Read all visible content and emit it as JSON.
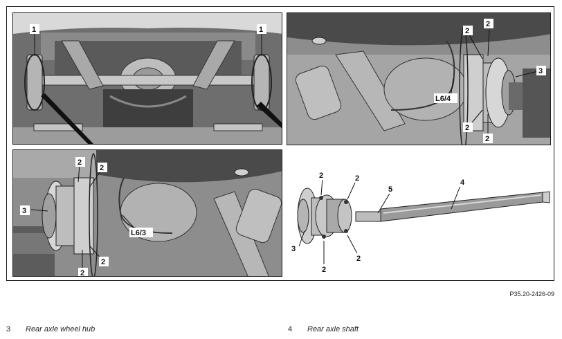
{
  "callouts": {
    "overview": [
      "1",
      "1"
    ],
    "right_detail": [
      "2",
      "2",
      "3",
      "2",
      "2",
      "L6/4"
    ],
    "left_detail": [
      "2",
      "2",
      "3",
      "2",
      "2",
      "L6/3"
    ],
    "parts": [
      "2",
      "2",
      "5",
      "4",
      "3",
      "2",
      "2"
    ]
  },
  "figure_code": "P35.20-2426-09",
  "legend": [
    {
      "num": "3",
      "text": "Rear axle wheel hub"
    },
    {
      "num": "4",
      "text": "Rear axle shaft"
    }
  ],
  "colors": {
    "body_shade": "#4a4a4a",
    "light_metal": "#cfcfcf",
    "mid_metal": "#9a9a9a",
    "dark": "#2b2b2b"
  }
}
